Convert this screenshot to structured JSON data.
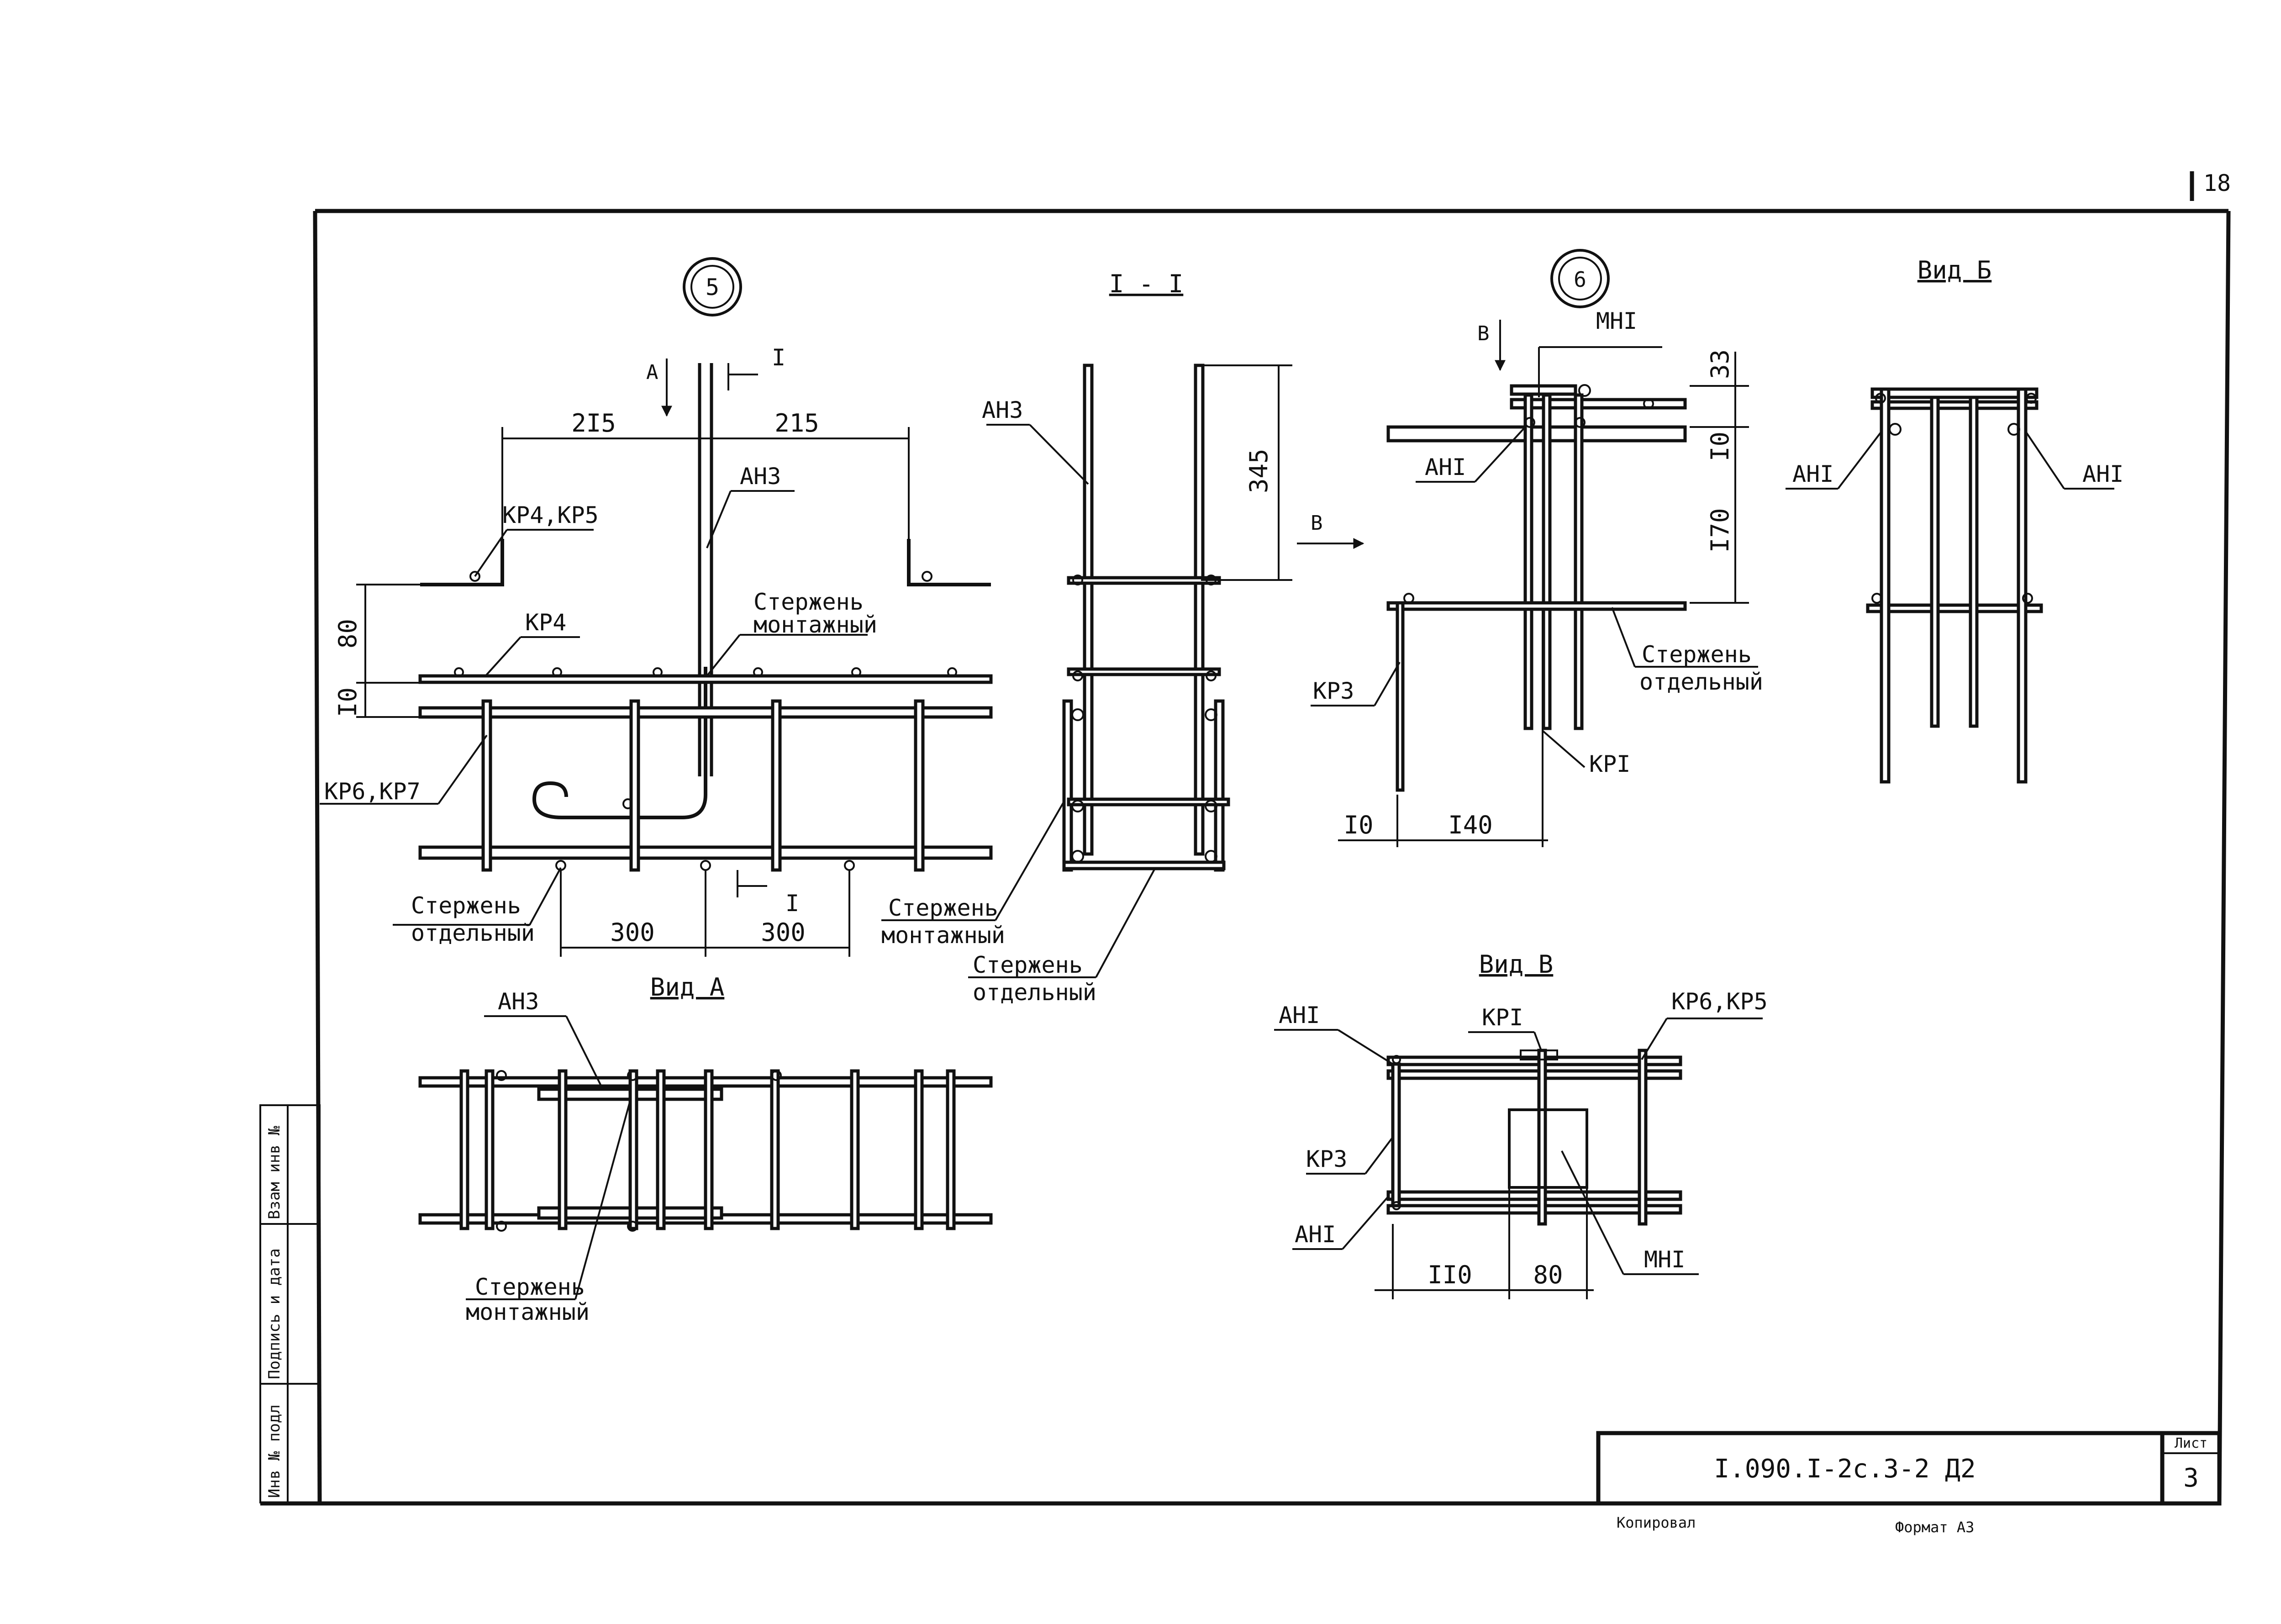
{
  "sheet_number_top": "18",
  "title_block": {
    "designation": "I.090.I-2c.3-2 Д2",
    "sheet_label": "Лист",
    "sheet_number": "3",
    "below_left": "Копировал",
    "below_right": "Формат А3"
  },
  "side_stamp": {
    "inv_no": "Инв № подл",
    "sign_date": "Подпись и дата",
    "vzam": "Взам инв №"
  },
  "view5": {
    "marker": "5",
    "arrow_a": "A",
    "section_mark": "I",
    "dim_215_left": "2I5",
    "dim_215_right": "215",
    "dim_80": "80",
    "dim_10": "I0",
    "dim_300_left": "300",
    "dim_300_right": "300",
    "label_kp4_kp5": "КР4,КР5",
    "label_kp4": "КР4",
    "label_an3": "АН3",
    "label_kp6_kp7": "КР6,КР7",
    "label_rod_mont_1": "Стержень",
    "label_rod_mont_2": "монтажный",
    "label_rod_sep_1": "Стержень",
    "label_rod_sep_2": "отдельный"
  },
  "section11": {
    "title": "I - I",
    "label_an3": "АН3",
    "dim_345": "345",
    "label_rod_mont_1": "Стержень",
    "label_rod_mont_2": "монтажный",
    "label_rod_sep_1": "Стержень",
    "label_rod_sep_2": "отдельный"
  },
  "view6": {
    "marker": "6",
    "arrow_b_top": "В",
    "arrow_b_side": "В",
    "label_mn1": "МНI",
    "label_an1": "АНI",
    "label_kp3": "КР3",
    "label_kp1": "КРI",
    "label_rod_sep_1": "Стержень",
    "label_rod_sep_2": "отдельный",
    "dim_33": "33",
    "dim_10v": "I0",
    "dim_170": "I70",
    "dim_10h": "I0",
    "dim_140": "I40"
  },
  "view_b": {
    "title": "Вид Б",
    "label_an1_left": "АНI",
    "label_an1_right": "АНI"
  },
  "view_a": {
    "title": "Вид А",
    "label_an3": "АН3",
    "label_rod_1": "Стержень",
    "label_rod_2": "монтажный"
  },
  "view_v": {
    "title": "Вид В",
    "label_an1_top": "АНI",
    "label_kp1": "КРI",
    "label_kp6_kp5": "КР6,КР5",
    "label_kp3": "КР3",
    "label_an1_bottom": "АНI",
    "label_mn1": "МНI",
    "dim_110": "II0",
    "dim_80": "80"
  }
}
